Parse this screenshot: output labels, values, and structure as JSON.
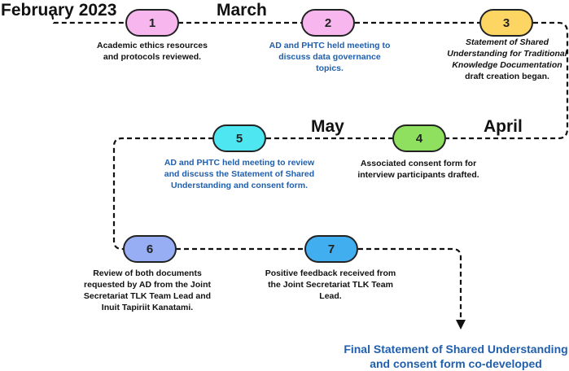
{
  "months": {
    "february": "February 2023",
    "march": "March",
    "april": "April",
    "may": "May"
  },
  "steps": [
    {
      "number": "1",
      "color": "#f7b7ee",
      "text": "Academic ethics resources and protocols reviewed."
    },
    {
      "number": "2",
      "color": "#f7b7ee",
      "text": "AD and PHTC held meeting to discuss data governance topics."
    },
    {
      "number": "3",
      "color": "#fdd562",
      "text_italic": "Statement of Shared Understanding for Traditional Knowledge Documentation",
      "text_rest": "draft creation began."
    },
    {
      "number": "4",
      "color": "#8fe05f",
      "text": "Associated consent form for interview participants drafted."
    },
    {
      "number": "5",
      "color": "#4ee6f0",
      "text": "AD and PHTC held meeting to review and discuss the Statement of Shared Understanding and consent form."
    },
    {
      "number": "6",
      "color": "#97adf4",
      "text": "Review of both documents requested by AD from the Joint Secretariat TLK Team Lead and Inuit Tapiriit Kanatami."
    },
    {
      "number": "7",
      "color": "#41aef0",
      "text": "Positive feedback received from the Joint Secretariat TLK Team Lead."
    }
  ],
  "final": "Final Statement of Shared Understanding and consent form co-developed"
}
